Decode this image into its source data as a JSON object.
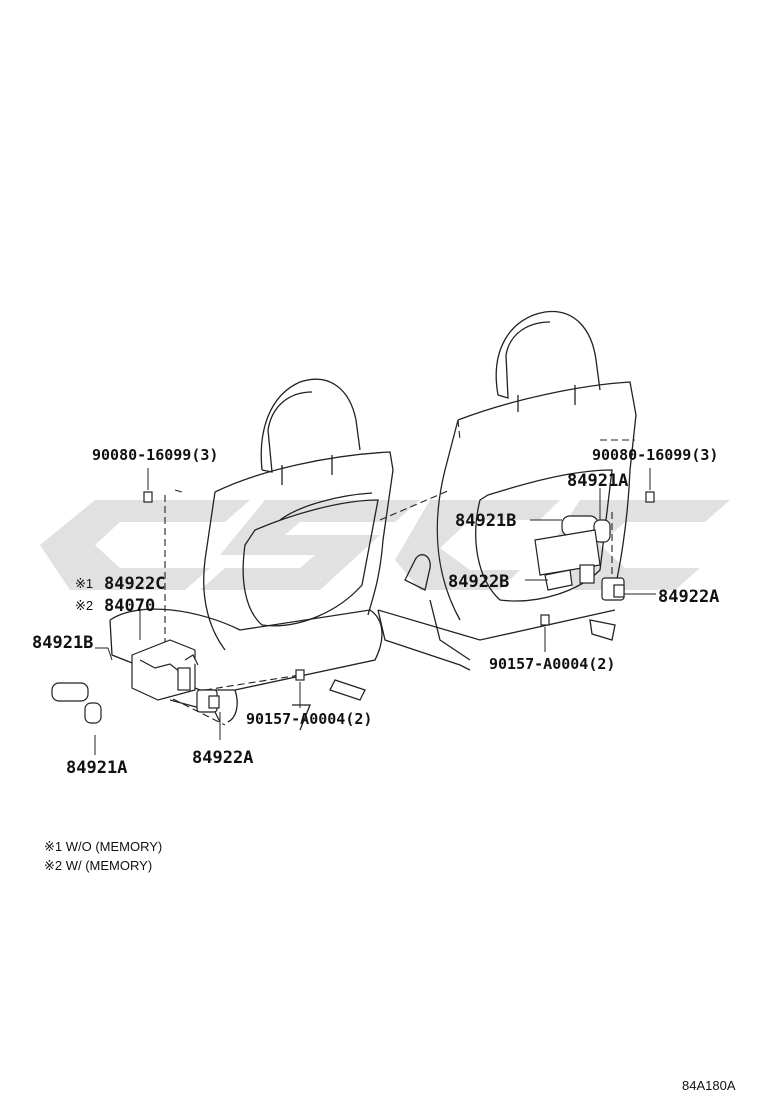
{
  "callouts": {
    "left_bolt": "90080-16099(3)",
    "left_84922c": "84922C",
    "left_84070": "84070",
    "left_84921b": "84921B",
    "left_84921a": "84921A",
    "left_screw": "90157-A0004(2)",
    "left_84922a": "84922A",
    "right_bolt": "90080-16099(3)",
    "right_84921a": "84921A",
    "right_84921b": "84921B",
    "right_84922b": "84922B",
    "right_84922a": "84922A",
    "right_screw": "90157-A0004(2)"
  },
  "markers": {
    "mark1": "※1",
    "mark2": "※2"
  },
  "legend": {
    "note1": "※1  W/O (MEMORY)",
    "note2": "※2  W/ (MEMORY)"
  },
  "diagram_code": "84A180A"
}
